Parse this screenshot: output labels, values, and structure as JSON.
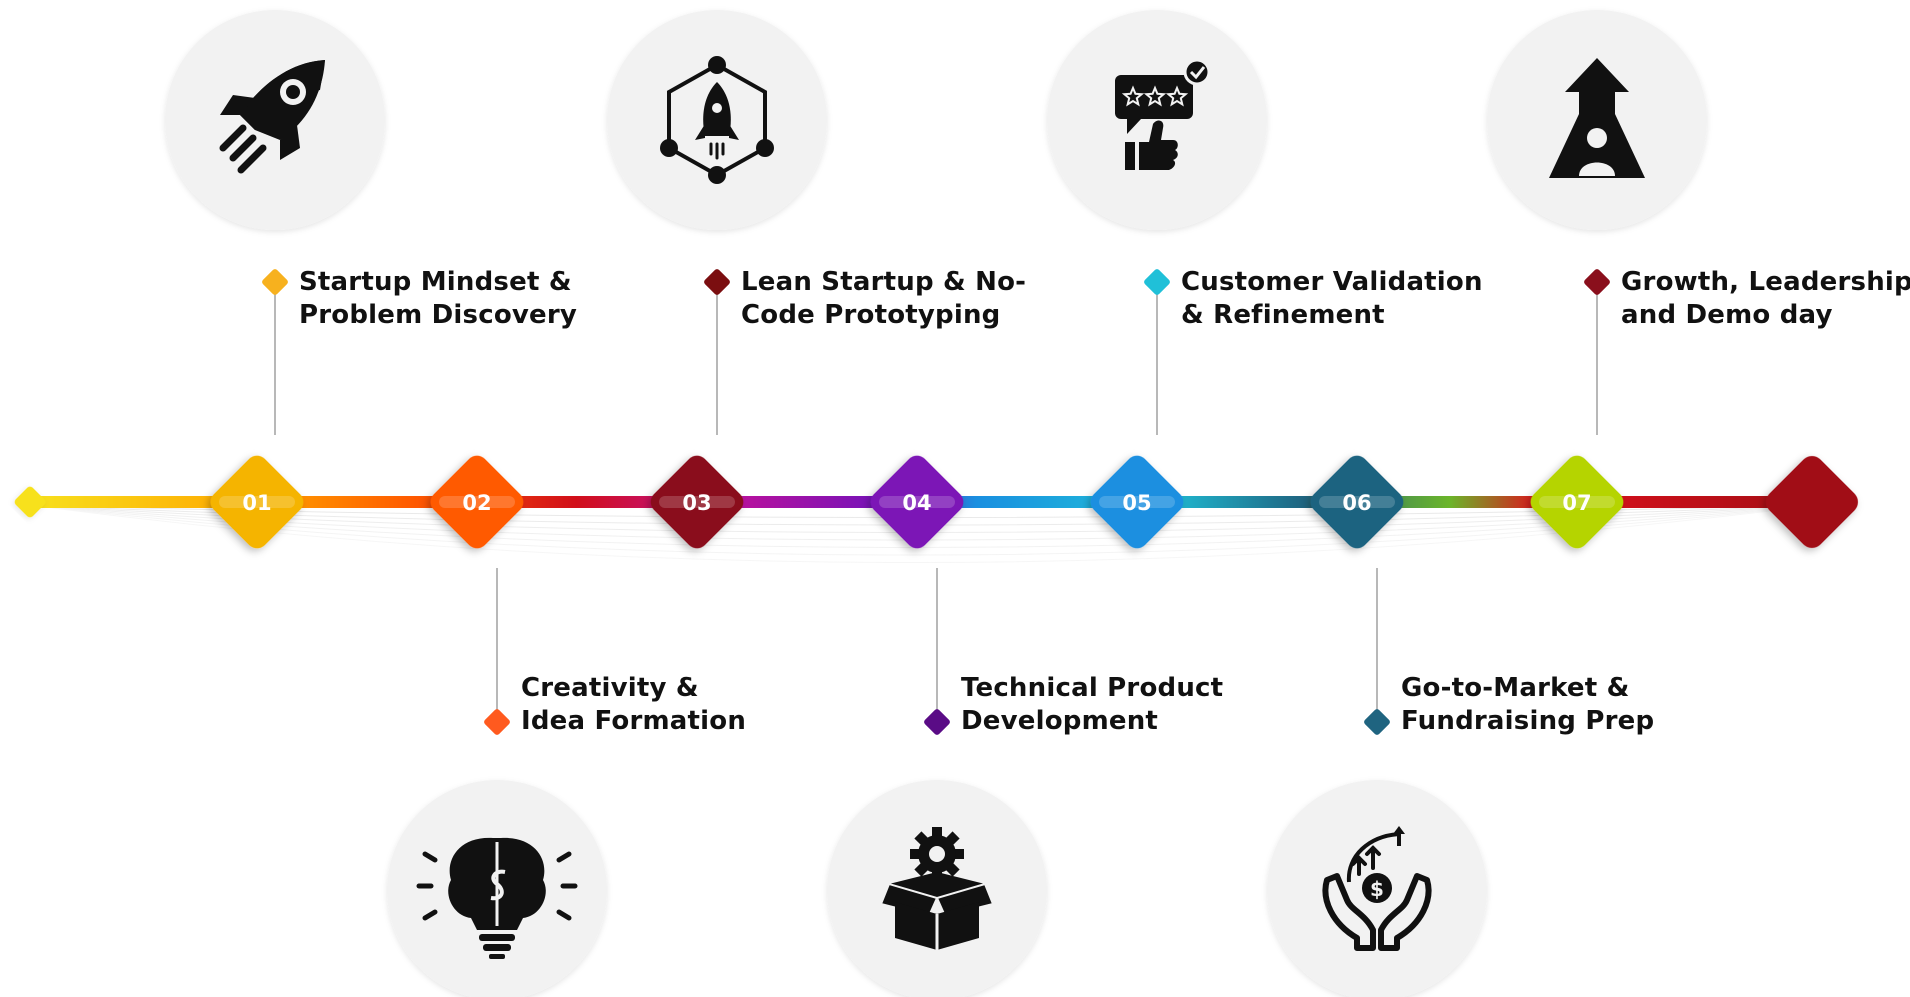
{
  "steps": [
    {
      "num": "01",
      "line1": "Startup Mindset &",
      "line2": "Problem Discovery",
      "icon": "rocket-icon",
      "position": "top",
      "color": "#F5B400",
      "dot": "#F7B11E"
    },
    {
      "num": "02",
      "line1": "Creativity &",
      "line2": "Idea Formation",
      "icon": "brain-bulb-icon",
      "position": "bottom",
      "color": "#FF5A00",
      "dot": "#FF5A1F"
    },
    {
      "num": "03",
      "line1": "Lean Startup & No-",
      "line2": "Code Prototyping",
      "icon": "network-rocket-icon",
      "position": "top",
      "color": "#8A0F1C",
      "dot": "#7B0E10"
    },
    {
      "num": "04",
      "line1": "Technical Product",
      "line2": "Development",
      "icon": "gear-box-icon",
      "position": "bottom",
      "color": "#7B12B6",
      "dot": "#5A0C86"
    },
    {
      "num": "05",
      "line1": "Customer Validation",
      "line2": "& Refinement",
      "icon": "rating-thumbs-up-icon",
      "position": "top",
      "color": "#1A8FE0",
      "dot": "#20C0D8"
    },
    {
      "num": "06",
      "line1": "Go-to-Market &",
      "line2": "Fundraising Prep",
      "icon": "hands-growth-icon",
      "position": "bottom",
      "color": "#1F6480",
      "dot": "#1F6480"
    },
    {
      "num": "07",
      "line1": "Growth, Leadership",
      "line2": "and Demo day",
      "icon": "leader-arrow-icon",
      "position": "top",
      "color": "#B5D400",
      "dot": "#8A0F1C"
    }
  ],
  "colors": {
    "line": [
      "#F7D21E",
      "#FF9A00",
      "#FF5A00",
      "#D10F1A",
      "#A01090",
      "#8A18C8",
      "#1A8FE0",
      "#20C0D8",
      "#1F6480",
      "#6BB52A",
      "#D10F1A",
      "#9B0E14"
    ],
    "end_diamond": "#A10E16",
    "icon_circle": "#F2F2F2",
    "connector": "#B8B8B8",
    "text": "#111111"
  }
}
